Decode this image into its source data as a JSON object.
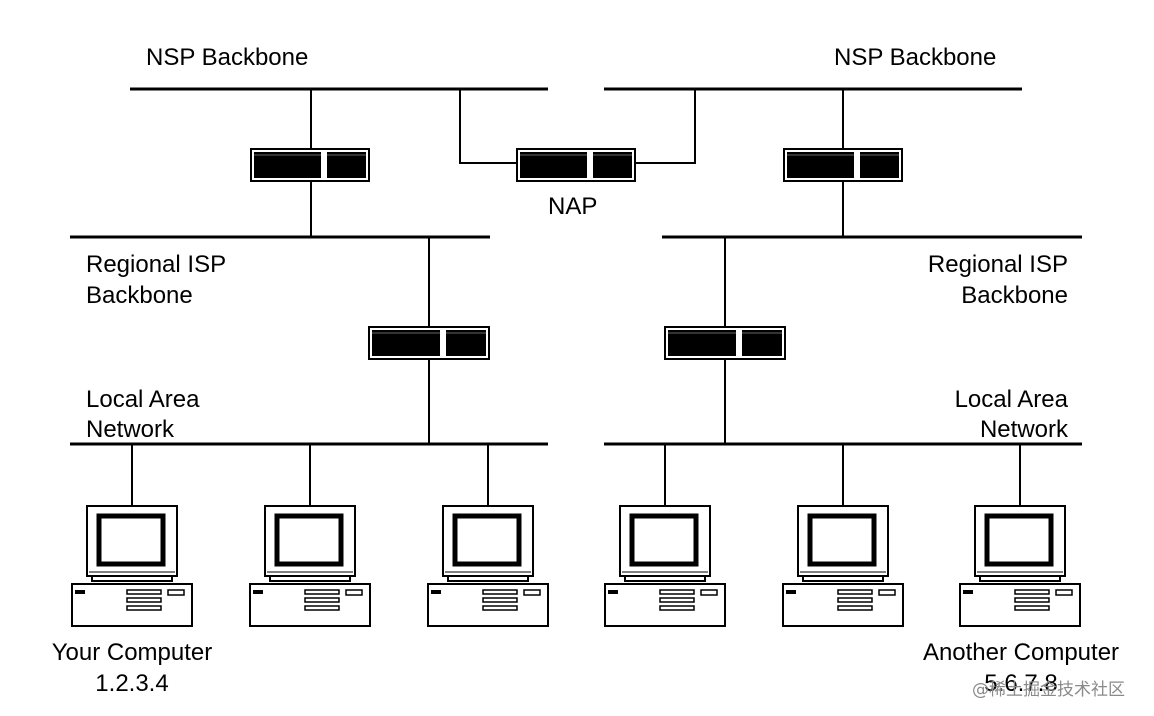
{
  "labels": {
    "nsp_left": "NSP Backbone",
    "nsp_right": "NSP Backbone",
    "nap": "NAP",
    "regional_left_line1": "Regional ISP",
    "regional_left_line2": "Backbone",
    "regional_right_line1": "Regional ISP",
    "regional_right_line2": "Backbone",
    "lan_left_line1": "Local Area",
    "lan_left_line2": "Network",
    "lan_right_line1": "Local Area",
    "lan_right_line2": "Network",
    "your_computer": "Your Computer",
    "your_ip": "1.2.3.4",
    "another_computer": "Another Computer",
    "another_ip": "5.6.7.8"
  },
  "watermark": "@稀土掘金技术社区",
  "colors": {
    "line": "#000000",
    "device_fill": "#000000",
    "background": "#ffffff",
    "watermark": "#8a8a8a"
  }
}
